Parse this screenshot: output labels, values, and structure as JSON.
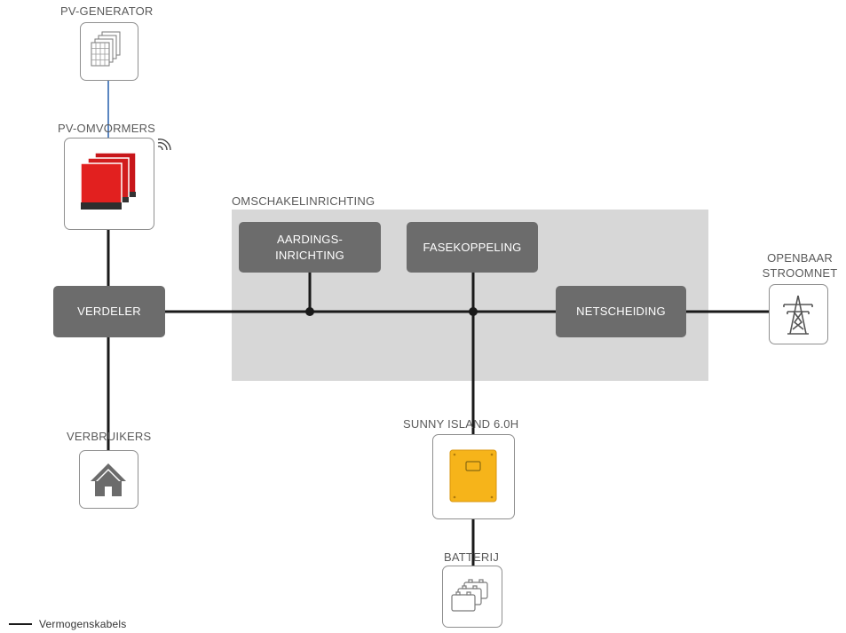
{
  "labels": {
    "pv_generator": "PV-GENERATOR",
    "pv_inverters": "PV-OMVORMERS",
    "switching_device": "OMSCHAKELINRICHTING",
    "public_grid_line1": "OPENBAAR",
    "public_grid_line2": "STROOMNET",
    "consumers": "VERBRUIKERS",
    "sunny_island": "SUNNY ISLAND 6.0H",
    "battery": "BATTERIJ"
  },
  "boxes": {
    "distributor": "VERDELER",
    "grounding_line1": "AARDINGS-",
    "grounding_line2": "INRICHTING",
    "phase_coupling": "FASEKOPPELING",
    "grid_disconnect": "NETSCHEIDING"
  },
  "legend": {
    "power_cables": "Vermogenskabels"
  },
  "colors": {
    "box_fill": "#6c6c6c",
    "panel_fill": "#d7d7d7",
    "inverter_red": "#e2201f",
    "sunny_island_yellow": "#f6b41a",
    "pv_link_blue": "#5b86c1",
    "power_line": "#1a1a1a"
  }
}
